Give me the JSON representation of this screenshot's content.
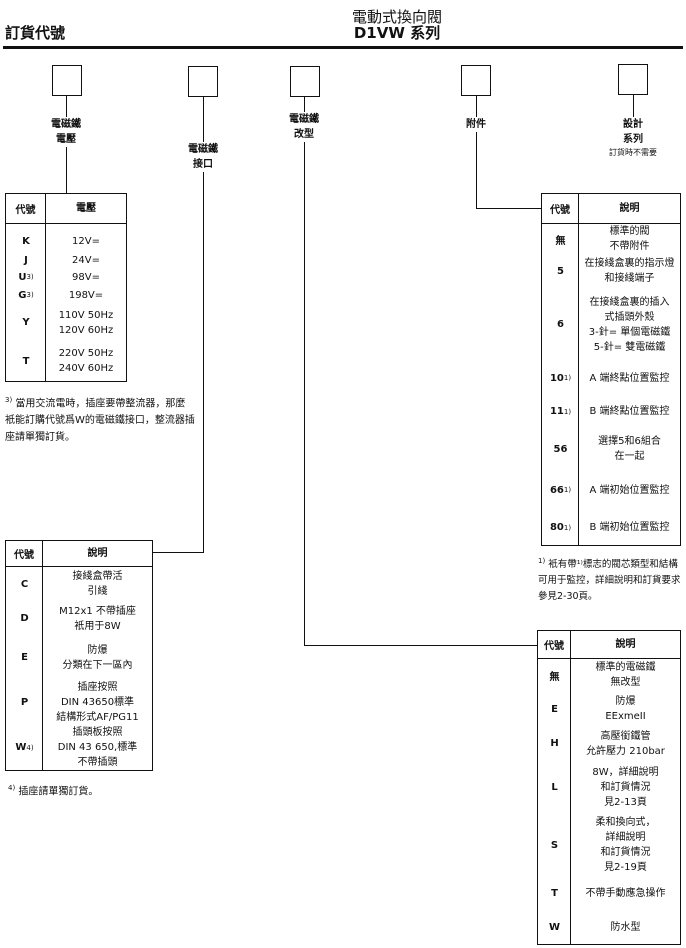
{
  "header": {
    "title": "電動式換向閥",
    "series": "D1VW 系列",
    "order_code": "訂貨代號"
  },
  "fields": [
    {
      "label": [
        "電磁鐵",
        "電壓"
      ]
    },
    {
      "label": [
        "電磁鐵",
        "接口"
      ]
    },
    {
      "label": [
        "電磁鐵",
        "改型"
      ]
    },
    {
      "label": [
        "附件"
      ]
    },
    {
      "label": [
        "設計",
        "系列"
      ],
      "note": "訂貨時不需要"
    }
  ],
  "voltage_table": {
    "headers": [
      "代號",
      "電壓"
    ],
    "rows": [
      {
        "code": "K",
        "sup": "",
        "desc": [
          "12V="
        ]
      },
      {
        "code": "J",
        "sup": "",
        "desc": [
          "24V="
        ]
      },
      {
        "code": "U",
        "sup": "3)",
        "desc": [
          "98V="
        ]
      },
      {
        "code": "G",
        "sup": "3)",
        "desc": [
          "198V="
        ]
      },
      {
        "code": "Y",
        "sup": "",
        "desc": [
          "110V 50Hz",
          "120V 60Hz"
        ]
      },
      {
        "code": "T",
        "sup": "",
        "desc": [
          "220V 50Hz",
          "240V 60Hz"
        ]
      }
    ],
    "footnote_mark": "3)",
    "footnote": "當用交流電時，插座要帶整流器，那麼衹能訂購代號爲W的電磁鐵接口，整流器插座請單獨訂貨。"
  },
  "connector_table": {
    "headers": [
      "代號",
      "說明"
    ],
    "rows": [
      {
        "code": "C",
        "sup": "",
        "desc": [
          "接綫盒帶活",
          "引綫"
        ]
      },
      {
        "code": "D",
        "sup": "",
        "desc": [
          "M12x1 不帶插座",
          "衹用于8W"
        ]
      },
      {
        "code": "E",
        "sup": "",
        "desc": [
          "防爆",
          "分類在下一區內"
        ]
      },
      {
        "code": "P",
        "sup": "",
        "desc": [
          "插座按照",
          "DIN 43650標準",
          "結構形式AF/PG11"
        ]
      },
      {
        "code": "W",
        "sup": "4)",
        "desc": [
          "插頭板按照",
          "DIN 43 650,標準",
          "不帶插頭"
        ]
      }
    ],
    "footnote_mark": "4)",
    "footnote": "插座請單獨訂貨。"
  },
  "modification_table": {
    "headers": [
      "代號",
      "說明"
    ],
    "rows": [
      {
        "code": "無",
        "sup": "",
        "desc": [
          "標準的電磁鐵",
          "無改型"
        ]
      },
      {
        "code": "E",
        "sup": "",
        "desc": [
          "防爆",
          "EExmeII"
        ]
      },
      {
        "code": "H",
        "sup": "",
        "desc": [
          "高壓銜鐵管",
          "允許壓力 210bar"
        ]
      },
      {
        "code": "L",
        "sup": "",
        "desc": [
          "8W，詳細說明",
          "和訂貨情況",
          "見2-13頁"
        ]
      },
      {
        "code": "S",
        "sup": "",
        "desc": [
          "柔和換向式，",
          "詳細說明",
          "和訂貨情況",
          "見2-19頁"
        ]
      },
      {
        "code": "T",
        "sup": "",
        "desc": [
          "不帶手動應急操作"
        ]
      },
      {
        "code": "W",
        "sup": "",
        "desc": [
          "防水型"
        ]
      }
    ]
  },
  "accessory_table": {
    "headers": [
      "代號",
      "說明"
    ],
    "rows": [
      {
        "code": "無",
        "sup": "",
        "desc": [
          "標準的閥",
          "不帶附件"
        ]
      },
      {
        "code": "5",
        "sup": "",
        "desc": [
          "在接綫盒裏的指示燈",
          "和接綫端子"
        ]
      },
      {
        "code": "6",
        "sup": "",
        "desc": [
          "在接綫盒裏的插入",
          "式插頭外殼",
          "3-針= 單個電磁鐵",
          "5-針= 雙電磁鐵"
        ]
      },
      {
        "code": "10",
        "sup": "1)",
        "desc": [
          "A 端終點位置監控"
        ]
      },
      {
        "code": "11",
        "sup": "1)",
        "desc": [
          "B 端終點位置監控"
        ]
      },
      {
        "code": "56",
        "sup": "",
        "desc": [
          "選擇5和6組合",
          "在一起"
        ]
      },
      {
        "code": "66",
        "sup": "1)",
        "desc": [
          "A 端初始位置監控"
        ]
      },
      {
        "code": "80",
        "sup": "1)",
        "desc": [
          "B 端初始位置監控"
        ]
      }
    ],
    "footnote_mark": "1)",
    "footnote": "衹有帶¹⁾標志的閥芯類型和結構可用于監控，詳細說明和訂貨要求參見2-30頁。"
  }
}
